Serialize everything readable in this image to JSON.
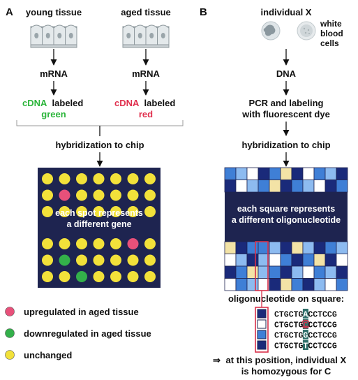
{
  "panel_a": {
    "label": "A",
    "young_tissue": "young tissue",
    "aged_tissue": "aged tissue",
    "mrna_left": "mRNA",
    "mrna_right": "mRNA",
    "cdna_word": "cDNA",
    "labeled_word": "labeled",
    "green_word": "green",
    "red_word": "red",
    "hybridization": "hybridization to chip",
    "chip_text_line1": "each spot represents",
    "chip_text_line2": "a different gene",
    "legend": [
      {
        "label": "upregulated in aged tissue",
        "color": "#e8507a"
      },
      {
        "label": "downregulated in aged tissue",
        "color": "#33b04a"
      },
      {
        "label": "unchanged",
        "color": "#f2e13a"
      }
    ],
    "spot_colors": {
      "yellow": "#f2e13a",
      "red": "#e8507a",
      "green": "#33b04a"
    },
    "spots_top": [
      "yyyyyyy",
      "yryyyyy",
      "yyyyyyy"
    ],
    "spots_bottom": [
      "yyyyyry",
      "ygyyyyy",
      "yygyyyy"
    ]
  },
  "panel_b": {
    "label": "B",
    "individual": "individual X",
    "wbc_line1": "white",
    "wbc_line2": "blood",
    "wbc_line3": "cells",
    "dna": "DNA",
    "pcr_line1": "PCR and labeling",
    "pcr_line2": "with fluorescent dye",
    "hybridization": "hybridization to chip",
    "chip_text_line1": "each square represents",
    "chip_text_line2": "a different oligonucleotide",
    "oligo_caption": "oligonucleotide on square:",
    "square_colors": {
      "n": "#1a2a7a",
      "b": "#3f7fd6",
      "l": "#8dbbf0",
      "w": "#ffffff",
      "c": "#f3e3a6",
      "d": "#0a1340"
    },
    "squares_top": [
      "blwnbcnwbln",
      "nwlbcnblwnb"
    ],
    "squares_bottom": [
      "cnbblnclnbl",
      "wlnlwbnbcnw",
      "nbclbnlwbln",
      "wblwncbnlwb"
    ],
    "oligos": [
      {
        "prefix": "CTGCTG",
        "base": "A",
        "suffix": "CCTCCG",
        "square_color": "#1a2a7a",
        "highlight": false
      },
      {
        "prefix": "CTGCTG",
        "base": "C",
        "suffix": "CCTCCG",
        "square_color": "#ffffff",
        "highlight": true
      },
      {
        "prefix": "CTGCTG",
        "base": "G",
        "suffix": "CCTCCG",
        "square_color": "#3f7fd6",
        "highlight": false
      },
      {
        "prefix": "CTGCTG",
        "base": "T",
        "suffix": "CCTCCG",
        "square_color": "#1a2a7a",
        "highlight": false
      }
    ],
    "conclusion_arrow": "⇒",
    "conclusion_line1": "at this position, individual X",
    "conclusion_line2": "is homozygous for C"
  },
  "colors": {
    "chip_background": "#1e2450",
    "green_text": "#2bb53a",
    "red_text": "#e0304e",
    "highlight_box": "#d8304a",
    "base_box": "#2f6f6a"
  }
}
